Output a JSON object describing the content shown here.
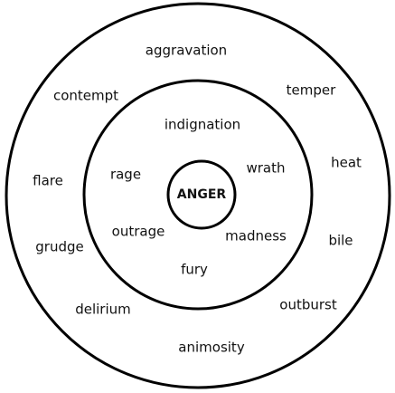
{
  "diagram": {
    "center": "ANGER",
    "inner_ring": [
      "indignation",
      "wrath",
      "madness",
      "fury",
      "outrage",
      "rage"
    ],
    "outer_ring": [
      "aggravation",
      "temper",
      "heat",
      "bile",
      "outburst",
      "animosity",
      "delirium",
      "grudge",
      "flare",
      "contempt"
    ]
  }
}
